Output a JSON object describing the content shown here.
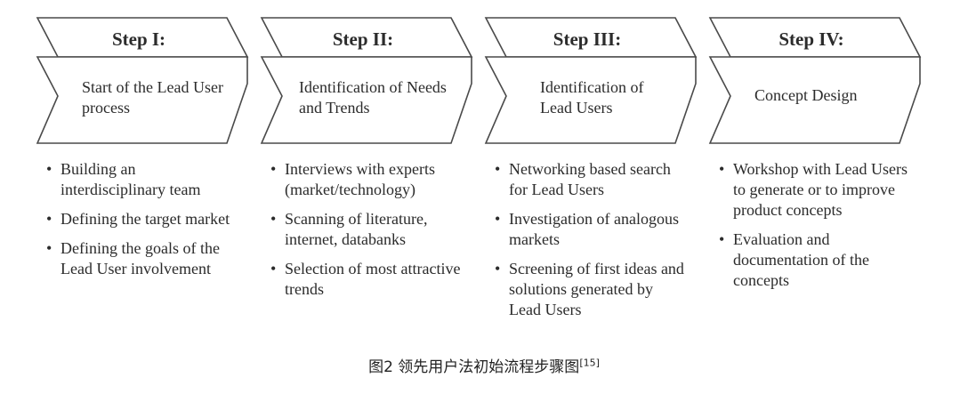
{
  "steps": [
    {
      "title": "Step I:",
      "description": "Start of the Lead User process",
      "bullets": [
        "Building an interdisciplinary team",
        "Defining the target market",
        "Defining the goals of the Lead User involvement"
      ]
    },
    {
      "title": "Step II:",
      "description": "Identification of Needs and Trends",
      "bullets": [
        "Interviews with experts (market/technology)",
        "Scanning of literature, internet, databanks",
        "Selection of most attractive trends"
      ]
    },
    {
      "title": "Step III:",
      "description": "Identification of Lead Users",
      "bullets": [
        "Networking based search for Lead Users",
        "Investigation of analogous markets",
        "Screening of first ideas and solutions generated by Lead Users"
      ]
    },
    {
      "title": "Step IV:",
      "description": "Concept Design",
      "bullets": [
        "Workshop with Lead Users to generate or to improve product concepts",
        "Evaluation and documentation of the concepts"
      ]
    }
  ],
  "caption": {
    "text": "图2 领先用户法初始流程步骤图",
    "ref": "[15]"
  }
}
